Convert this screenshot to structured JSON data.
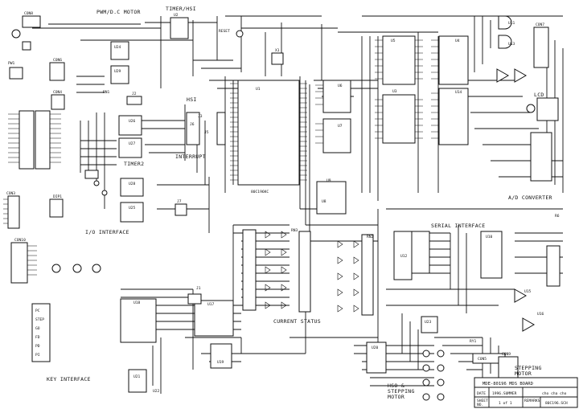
{
  "sections": {
    "pwm_motor": "PWM/D.C MOTOR",
    "timer_hsi": "TIMER/HSI",
    "hsi": "HSI",
    "timer2": "TIMER2",
    "interrupt": "INTERRUPT",
    "io_interface": "I/O INTERFACE",
    "lcd": "LCD",
    "ad_converter": "A/D CONVERTER",
    "serial_interface": "SERIAL INTERFACE",
    "current_status": "CURRENT STATUS",
    "key_interface": "KEY INTERFACE",
    "stepping_motor_right": "STEPPING\nMOTOR",
    "hso_stepping": "HSO &\nSTEPPING\nMOTOR"
  },
  "components": {
    "u1": "U1",
    "u1_part": "80C196KC",
    "u2": "U2",
    "u3": "U3",
    "u4": "U4",
    "u5": "U5",
    "u6": "U6",
    "u7": "U7",
    "u8": "U8",
    "u9": "U9",
    "u10": "U10",
    "u11": "U11",
    "u12": "U12",
    "u13": "U13",
    "u14": "U14",
    "u15": "U15",
    "u16": "U16",
    "u17": "U17",
    "u18": "U18",
    "u19": "U19",
    "u20": "U20",
    "u21": "U21",
    "u22": "U22",
    "u23": "U23",
    "u24": "U24",
    "u25": "U25",
    "u26": "U26",
    "u27": "U27",
    "u28": "U28",
    "u29": "U29",
    "j1": "J1",
    "j2": "J2",
    "j3": "J3",
    "j5": "J5",
    "j6": "J6",
    "j7": "J7",
    "x1": "X1",
    "con3": "CON3",
    "con4": "CON4",
    "con5": "CON5",
    "con6": "CON6",
    "con7": "CON7",
    "con8": "CON8",
    "con9": "CON9",
    "con10": "CON10",
    "pw1": "PW1",
    "dip1": "DIP1",
    "rn1": "RN1",
    "rn2": "RN2",
    "rn3": "RN3",
    "ry1": "RY1",
    "reset": "RESET",
    "r6": "R6",
    "key_row_labels": [
      "PC",
      "STEP",
      "GO",
      "FD",
      "PD",
      "PI"
    ]
  },
  "title_block": {
    "title": "MDE-80196 MDS BOARD",
    "date_label": "DATE",
    "date_value": "1996.SUMMER",
    "sheet_label": "SHEET\nNO.",
    "sheet_value": "1 of 1",
    "remarks_label": "REMARKS",
    "remarks_value": "80C196.SCH",
    "designer": "cho cha cho"
  }
}
